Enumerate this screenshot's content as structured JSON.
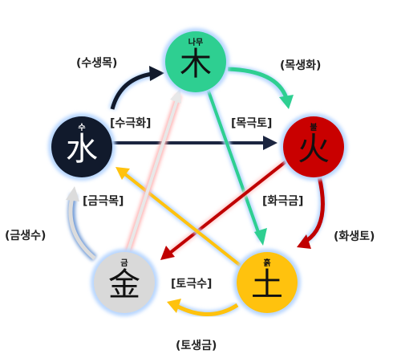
{
  "nodes": {
    "wood": {
      "hanja": "木",
      "hangul": "나무",
      "color": "#2ecf91",
      "text_color": "#111111",
      "glow": "#b9d7ff"
    },
    "fire": {
      "hanja": "火",
      "hangul": "불",
      "color": "#c90000",
      "text_color": "#111111",
      "glow": "#b9d7ff"
    },
    "earth": {
      "hanja": "土",
      "hangul": "흙",
      "color": "#ffc20e",
      "text_color": "#111111",
      "glow": "#b9d7ff"
    },
    "metal": {
      "hanja": "金",
      "hangul": "금",
      "color": "#d9d9d9",
      "text_color": "#111111",
      "glow": "#b9d7ff"
    },
    "water": {
      "hanja": "水",
      "hangul": "수",
      "color": "#111a2c",
      "text_color": "#ffffff",
      "glow": "#b9d7ff"
    }
  },
  "generating_labels": {
    "water_wood": "(수생목)",
    "wood_fire": "(목생화)",
    "fire_earth": "(화생토)",
    "earth_metal": "(토생금)",
    "metal_water": "(금생수)"
  },
  "controlling_labels": {
    "water_fire": "[수극화]",
    "wood_earth": "[목극토]",
    "fire_metal": "[화극금]",
    "earth_water": "[토극수]",
    "metal_wood": "[금극목]"
  }
}
